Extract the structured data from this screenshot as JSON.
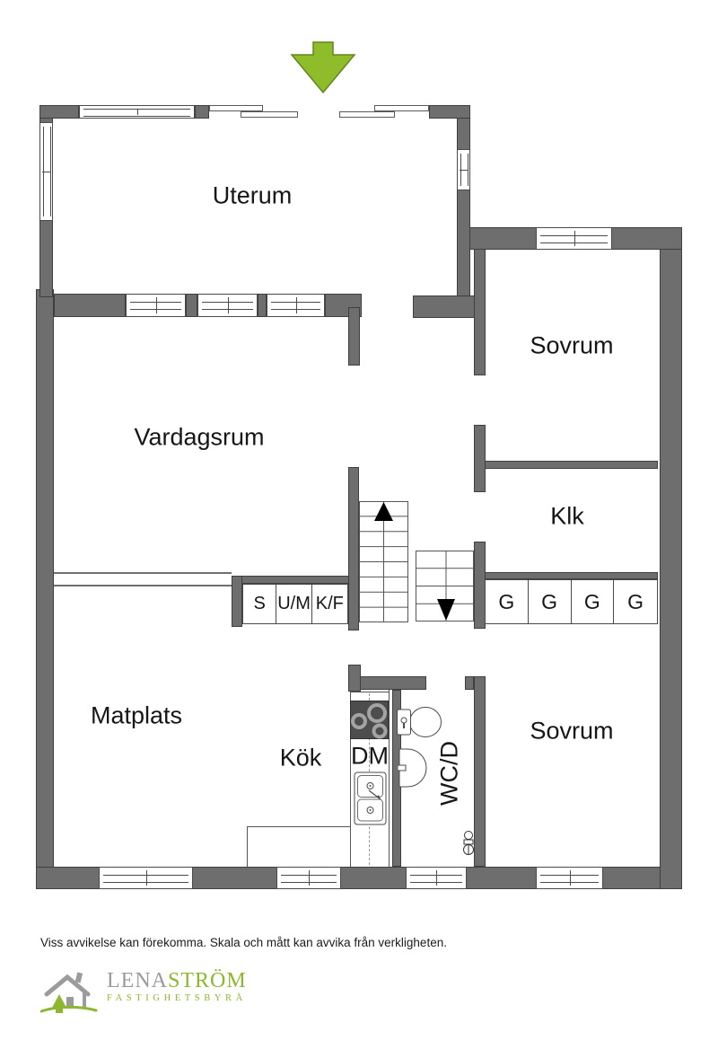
{
  "plan": {
    "type": "floor-plan",
    "colors": {
      "wall": "#6e6e6e",
      "wall_outline": "#3f3f3f",
      "accent_green": "#8ebc2a",
      "logo_green": "#8cb72e",
      "logo_gray": "#9b9b9b"
    },
    "rooms": {
      "uterum": {
        "label": "Uterum"
      },
      "sovrum_top": {
        "label": "Sovrum"
      },
      "vardagsrum": {
        "label": "Vardagsrum"
      },
      "klk": {
        "label": "Klk"
      },
      "matplats": {
        "label": "Matplats"
      },
      "kok": {
        "label": "Kök"
      },
      "dm": {
        "label": "DM"
      },
      "wcd": {
        "label": "WC/D"
      },
      "sovrum_bottom": {
        "label": "Sovrum"
      }
    },
    "closets": {
      "left": [
        "S",
        "U/M",
        "K/F"
      ],
      "right": [
        "G",
        "G",
        "G",
        "G"
      ]
    }
  },
  "footer": {
    "disclaimer": "Viss avvikelse kan förekomma. Skala och mått kan avvika från verkligheten."
  },
  "logo": {
    "brand_gray": "LENA",
    "brand_green": "STRÖM",
    "tagline": "FASTIGHETSBYRÅ"
  }
}
